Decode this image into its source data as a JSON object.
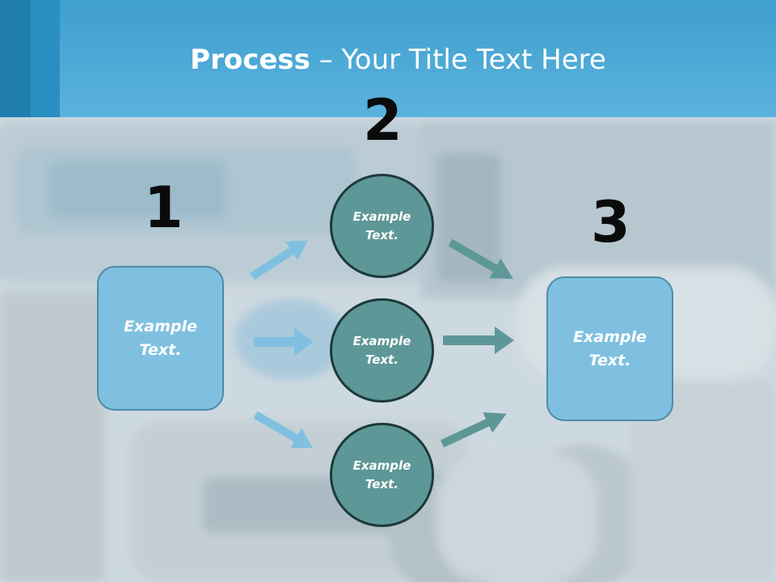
{
  "title": {
    "bold": "Process",
    "dash": " – ",
    "rest": "Your Title Text Here"
  },
  "steps": {
    "one": "1",
    "two": "2",
    "three": "3"
  },
  "left_box": {
    "line1": "Example",
    "line2": "Text."
  },
  "right_box": {
    "line1": "Example",
    "line2": "Text."
  },
  "circles": [
    {
      "line1": "Example",
      "line2": "Text."
    },
    {
      "line1": "Example",
      "line2": "Text."
    },
    {
      "line1": "Example",
      "line2": "Text."
    }
  ],
  "colors": {
    "header": "#4fa9d6",
    "box_fill": "#7fc0e0",
    "circle_fill": "#5e9797",
    "arrow_light": "#7fc0e0",
    "arrow_dark": "#5e9797"
  }
}
